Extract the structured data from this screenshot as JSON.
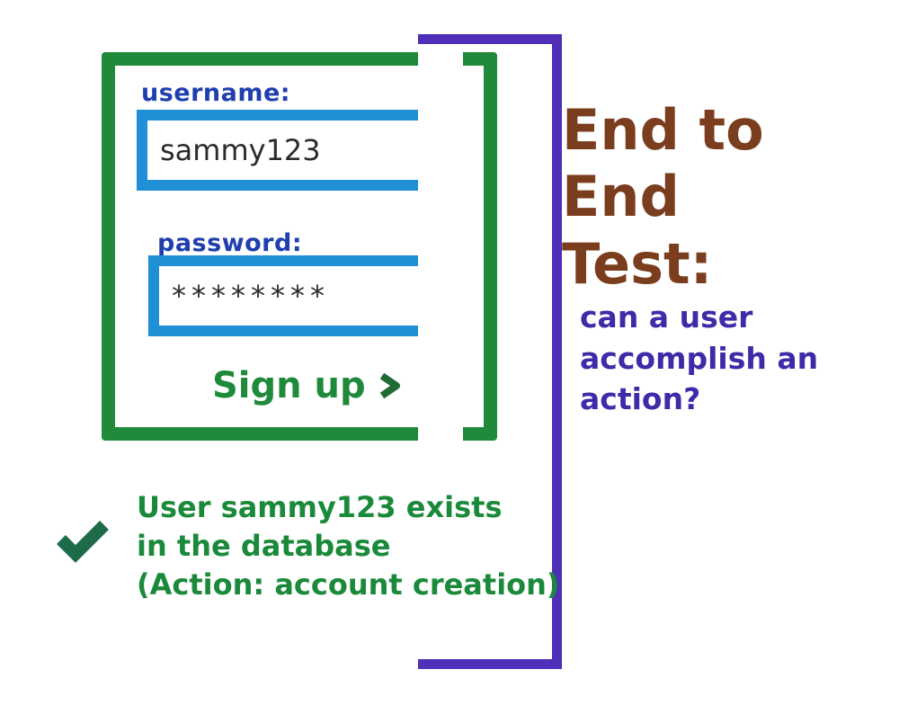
{
  "form": {
    "username_label": "username:",
    "username_value": "sammy123",
    "password_label": "password:",
    "password_value": "********",
    "signup_label": "Sign up",
    "signup_icon": "chevron-right-icon"
  },
  "title": {
    "line1": "End to End",
    "line2": "Test:"
  },
  "question": {
    "line1": "can a user",
    "line2": "accomplish an",
    "line3": "action?"
  },
  "result": {
    "icon": "checkmark-icon",
    "line1": "User sammy123 exists",
    "line2": "in the database",
    "line3": "(Action: account creation)"
  },
  "colors": {
    "form_border": "#1f8a3a",
    "field_border": "#1f8fd6",
    "label": "#1f3fae",
    "bracket": "#4f2fb8",
    "title": "#7a3d1e",
    "question": "#3f2aa8",
    "result": "#1a8a3a"
  }
}
